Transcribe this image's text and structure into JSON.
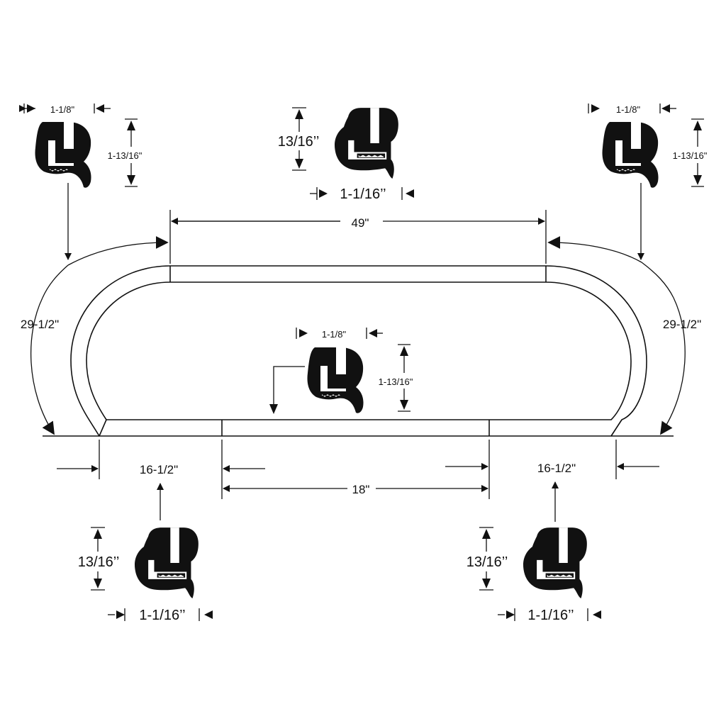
{
  "diagram": {
    "dimensions": {
      "top_length": "49\"",
      "left_curve": "29-1/2\"",
      "right_curve": "29-1/2\"",
      "bottom_left": "16-1/2\"",
      "bottom_center": "18\"",
      "bottom_right": "16-1/2\""
    },
    "profiles": {
      "top_left": {
        "width": "1-1/8\"",
        "height": "1-13/16\""
      },
      "top_center": {
        "width": "1-1/16’’",
        "height": "13/16’’"
      },
      "top_right": {
        "width": "1-1/8\"",
        "height": "1-13/16\""
      },
      "center": {
        "width": "1-1/8\"",
        "height": "1-13/16\""
      },
      "bottom_left": {
        "width": "1-1/16’’",
        "height": "13/16’’"
      },
      "bottom_right": {
        "width": "1-1/16’’",
        "height": "13/16’’"
      }
    },
    "colors": {
      "ink": "#111111",
      "background": "#ffffff"
    }
  }
}
